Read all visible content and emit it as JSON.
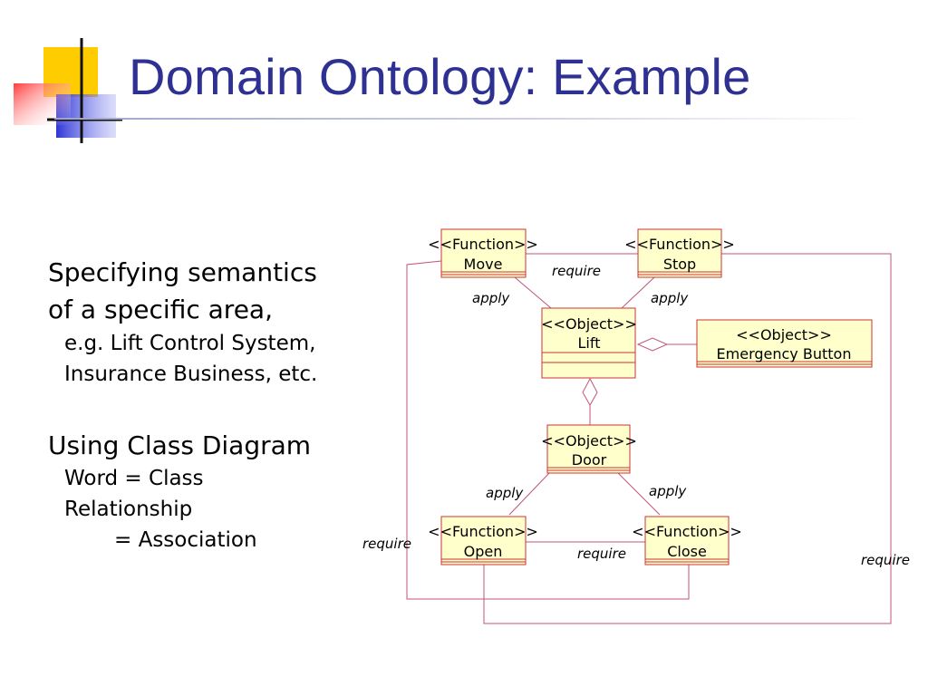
{
  "slide": {
    "title": "Domain Ontology: Example",
    "accent_color": "#2e3192"
  },
  "bullets": {
    "b1_line1": "Specifying semantics",
    "b1_line2": "of a specific area,",
    "b1_sub1": "e.g. Lift Control System,",
    "b1_sub2": "Insurance Business, etc.",
    "b2_line1": "Using Class Diagram",
    "b2_sub1": "Word = Class",
    "b2_sub2": "Relationship",
    "b2_sub3": "= Association"
  },
  "diagram": {
    "classes": {
      "move": {
        "stereotype": "<<Function>>",
        "name": "Move"
      },
      "stop": {
        "stereotype": "<<Function>>",
        "name": "Stop"
      },
      "lift": {
        "stereotype": "<<Object>>",
        "name": "Lift"
      },
      "emergency": {
        "stereotype": "<<Object>>",
        "name": "Emergency Button"
      },
      "door": {
        "stereotype": "<<Object>>",
        "name": "Door"
      },
      "open": {
        "stereotype": "<<Function>>",
        "name": "Open"
      },
      "close": {
        "stereotype": "<<Function>>",
        "name": "Close"
      }
    },
    "labels": {
      "require_move_stop": "require",
      "apply_move_lift": "apply",
      "apply_stop_lift": "apply",
      "apply_door_open": "apply",
      "apply_door_close": "apply",
      "require_left": "require",
      "require_open_close": "require",
      "require_right": "require"
    },
    "colors": {
      "box_fill": "#ffffcc",
      "box_border": "#cc3333",
      "line": "#c0557a"
    }
  }
}
